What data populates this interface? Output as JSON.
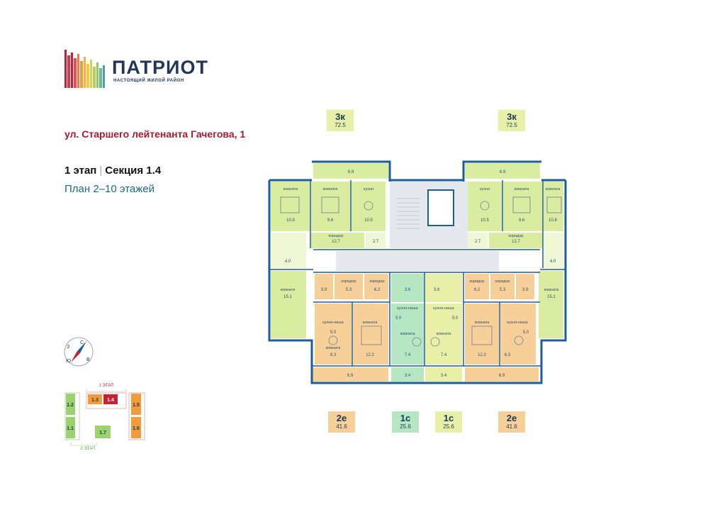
{
  "brand": {
    "name": "ПАТРИОТ",
    "tagline": "НАСТОЯЩИЙ ЖИЛОЙ РАЙОН"
  },
  "address": "ул. Старшего лейтенанта Гачегова, 1",
  "stage": {
    "label": "1 этап",
    "section": "Секция 1.4"
  },
  "plan_label": "План 2–10 этажей",
  "top_units": [
    {
      "type": "3к",
      "area": "72.5"
    },
    {
      "type": "3к",
      "area": "72.5"
    }
  ],
  "bottom_units": [
    {
      "type": "2е",
      "area": "41.6"
    },
    {
      "type": "1с",
      "area": "25.6"
    },
    {
      "type": "1с",
      "area": "25.6"
    },
    {
      "type": "2е",
      "area": "41.6"
    }
  ],
  "room_labels": {
    "komnata": "комната",
    "kuhnya": "кухня",
    "koridor": "коридор",
    "kuhnya_nisha": "кухня-ниша"
  },
  "left_3k": {
    "balcony": "6.9",
    "room1": "10.8",
    "room2": "9.6",
    "kitchen": "10.5",
    "corridor": "12.7",
    "bath": "2.7",
    "wc": "4.0",
    "room3": "15.1"
  },
  "right_3k": {
    "balcony": "6.9",
    "kitchen": "10.5",
    "room2": "9.6",
    "room1": "10.8",
    "corridor": "12.7",
    "bath": "2.7",
    "wc": "4.0",
    "room3": "15.1"
  },
  "left_2e": {
    "bath": "3.9",
    "corridor1": "5.3",
    "corridor2": "6.2",
    "kitchen_niche": "5.0",
    "room1": "8.3",
    "room2": "12.2",
    "balcony": "6.9"
  },
  "right_2e": {
    "corridor2": "6.2",
    "corridor1": "5.3",
    "bath": "3.9",
    "kitchen_niche": "5.0",
    "room1": "6.3",
    "room2": "12.2",
    "balcony": "6.9"
  },
  "left_1c": {
    "bath": "3.6",
    "kitchen_niche": "5.0",
    "room": "7.4",
    "balcony": "3.4"
  },
  "right_1c": {
    "bath": "3.6",
    "kitchen_niche": "5.0",
    "room": "7.4",
    "balcony": "3.4"
  },
  "compass": {
    "n": "С",
    "s": "Ю",
    "w": "З",
    "e": "В"
  },
  "site_map": {
    "stage1_label": "1 ЭТАП",
    "stage2_label": "2 ЭТАП",
    "sections": [
      "1.2",
      "1.1",
      "1.3",
      "1.4",
      "1.7",
      "1.5",
      "1.6"
    ],
    "active": "1.4"
  },
  "colors": {
    "green": "#d9ec9f",
    "orange": "#f7cf98",
    "mint": "#b7e6c2",
    "wall": "#1d5e97",
    "brand_red": "#a51c2b"
  }
}
